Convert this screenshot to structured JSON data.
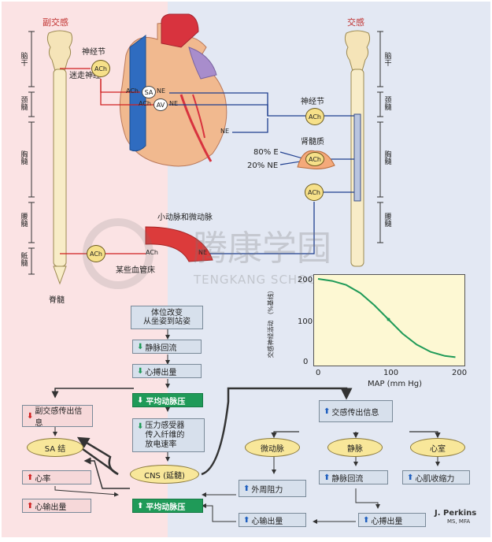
{
  "headers": {
    "parasympathetic": "副交感",
    "sympathetic": "交感"
  },
  "left_segments": [
    "脑干",
    "颈髓",
    "胸髓",
    "腰髓",
    "骶髓"
  ],
  "right_segments": [
    "脑干",
    "颈髓",
    "胸髓",
    "腰髓"
  ],
  "spinal_cord_label": "脊髓",
  "anatomy": {
    "ganglion_left": "神经节",
    "vagus": "迷走神经",
    "ganglion_right": "神经节",
    "adrenal_medulla": "肾髓质",
    "e_pct": "80% E",
    "ne_pct": "20% NE",
    "arterioles": "小动脉和微动脉",
    "capillary_bed": "某些血管床",
    "ach": "ACh",
    "ne": "NE",
    "sa": "SA",
    "av": "AV"
  },
  "graph": {
    "ylabel": "交感神经活动 （%基线）",
    "xlabel": "MAP (mm Hg)",
    "x_ticks": [
      "0",
      "100",
      "200"
    ],
    "y_ticks": [
      "200",
      "100",
      "0"
    ]
  },
  "chart_data": {
    "type": "line",
    "xlabel": "MAP (mm Hg)",
    "ylabel": "交感神经活动 （%基线）",
    "xlim": [
      0,
      200
    ],
    "ylim": [
      0,
      200
    ],
    "x": [
      0,
      20,
      40,
      60,
      80,
      100,
      120,
      140,
      160,
      180,
      195
    ],
    "y": [
      200,
      195,
      185,
      165,
      135,
      100,
      65,
      38,
      20,
      10,
      7
    ]
  },
  "flow": {
    "posture": "体位改变\n从坐姿到站姿",
    "venous_return": "静脉回流",
    "cardiac_output1": "心搏出量",
    "map_down": "平均动脉压",
    "baroreceptor": "压力感受器\n传入纤维的\n放电速率",
    "cns": "CNS (延髓)",
    "parasym_out": "副交感传出信息",
    "sa_node": "SA 结",
    "heart_rate": "心率",
    "cardiac_output_left": "心输出量",
    "map_up": "平均动脉压",
    "sym_out": "交感传出信息",
    "arterioles": "微动脉",
    "veins": "静脉",
    "ventricles": "心室",
    "peripheral_resistance": "外周阻力",
    "venous_return2": "静脉回流",
    "contractility": "心肌收缩力",
    "cardiac_output_bottom": "心输出量",
    "stroke_volume": "心搏出量"
  },
  "credit": {
    "name": "J. Perkins",
    "degree": "MS, MFA"
  },
  "watermark": {
    "cn": "腾康学园",
    "en": "TENGKANG SCHOOL PARK"
  },
  "colors": {
    "left_bg": "#fbe3e4",
    "right_bg": "#e3e8f3",
    "accent_red": "#c0302e",
    "green": "#1f9a58",
    "nerve_blue": "#1f3f8f"
  }
}
